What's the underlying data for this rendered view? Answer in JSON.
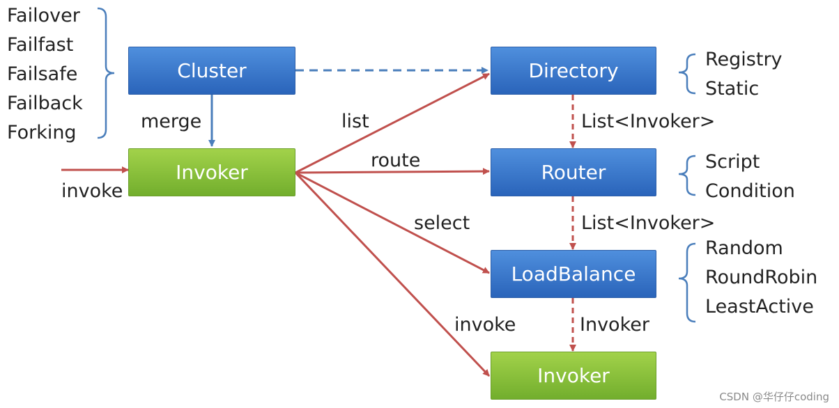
{
  "strategies": {
    "cluster_modes": [
      "Failover",
      "Failfast",
      "Failsafe",
      "Failback",
      "Forking"
    ],
    "directory_types": [
      "Registry",
      "Static"
    ],
    "router_types": [
      "Script",
      "Condition"
    ],
    "loadbalance_types": [
      "Random",
      "RoundRobin",
      "LeastActive"
    ]
  },
  "nodes": {
    "cluster": "Cluster",
    "directory": "Directory",
    "invoker_left": "Invoker",
    "router": "Router",
    "loadbalance": "LoadBalance",
    "invoker_bottom": "Invoker"
  },
  "edges": {
    "merge": "merge",
    "invoke_in": "invoke",
    "list": "list",
    "route": "route",
    "select": "select",
    "invoke_out": "invoke",
    "dir_to_router": "List<Invoker>",
    "router_to_lb": "List<Invoker>",
    "lb_to_invoker": "Invoker"
  },
  "watermark": "CSDN @华仔仔coding"
}
